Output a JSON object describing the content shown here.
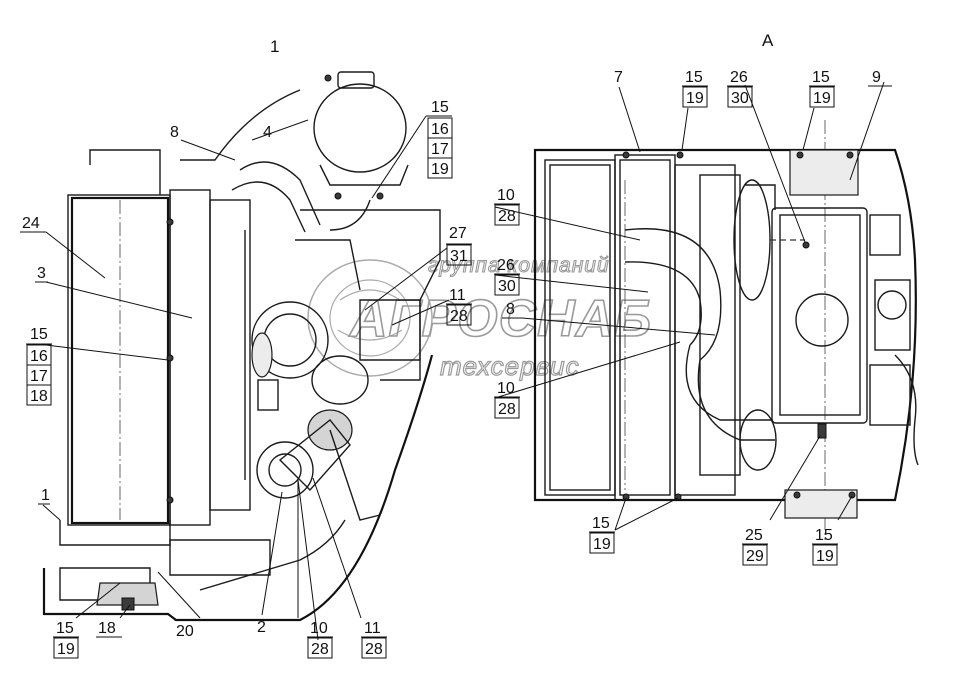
{
  "view_labels": {
    "left": "1",
    "right": "А"
  },
  "watermark": {
    "line1": "группа компаний",
    "line2": "АГРОСНАБ",
    "line3": "техсервис"
  },
  "callouts_left": {
    "c4": "4",
    "c8": "8",
    "c24": "24",
    "c3": "3",
    "c1": "1",
    "c2": "2",
    "c20": "20",
    "s15_16_17_19": [
      "15",
      "16",
      "17",
      "19"
    ],
    "s15_16_17_18": [
      "15",
      "16",
      "17",
      "18"
    ],
    "s27_31": [
      "27",
      "31"
    ],
    "s11_28_a": [
      "11",
      "28"
    ],
    "s15_19": [
      "15",
      "19"
    ],
    "s18": [
      "18"
    ],
    "s10_28": [
      "10",
      "28"
    ],
    "s11_28_b": [
      "11",
      "28"
    ]
  },
  "callouts_right": {
    "c7": "7",
    "c9": "9",
    "c8": "8",
    "s15_19_top": [
      "15",
      "19"
    ],
    "s26_30_top": [
      "26",
      "30"
    ],
    "s15_19_top2": [
      "15",
      "19"
    ],
    "s10_28_a": [
      "10",
      "28"
    ],
    "s26_30": [
      "26",
      "30"
    ],
    "s10_28_b": [
      "10",
      "28"
    ],
    "s15_19_bottom": [
      "15",
      "19"
    ],
    "s25_29": [
      "25",
      "29"
    ],
    "s15_19_bottom2": [
      "15",
      "19"
    ]
  }
}
